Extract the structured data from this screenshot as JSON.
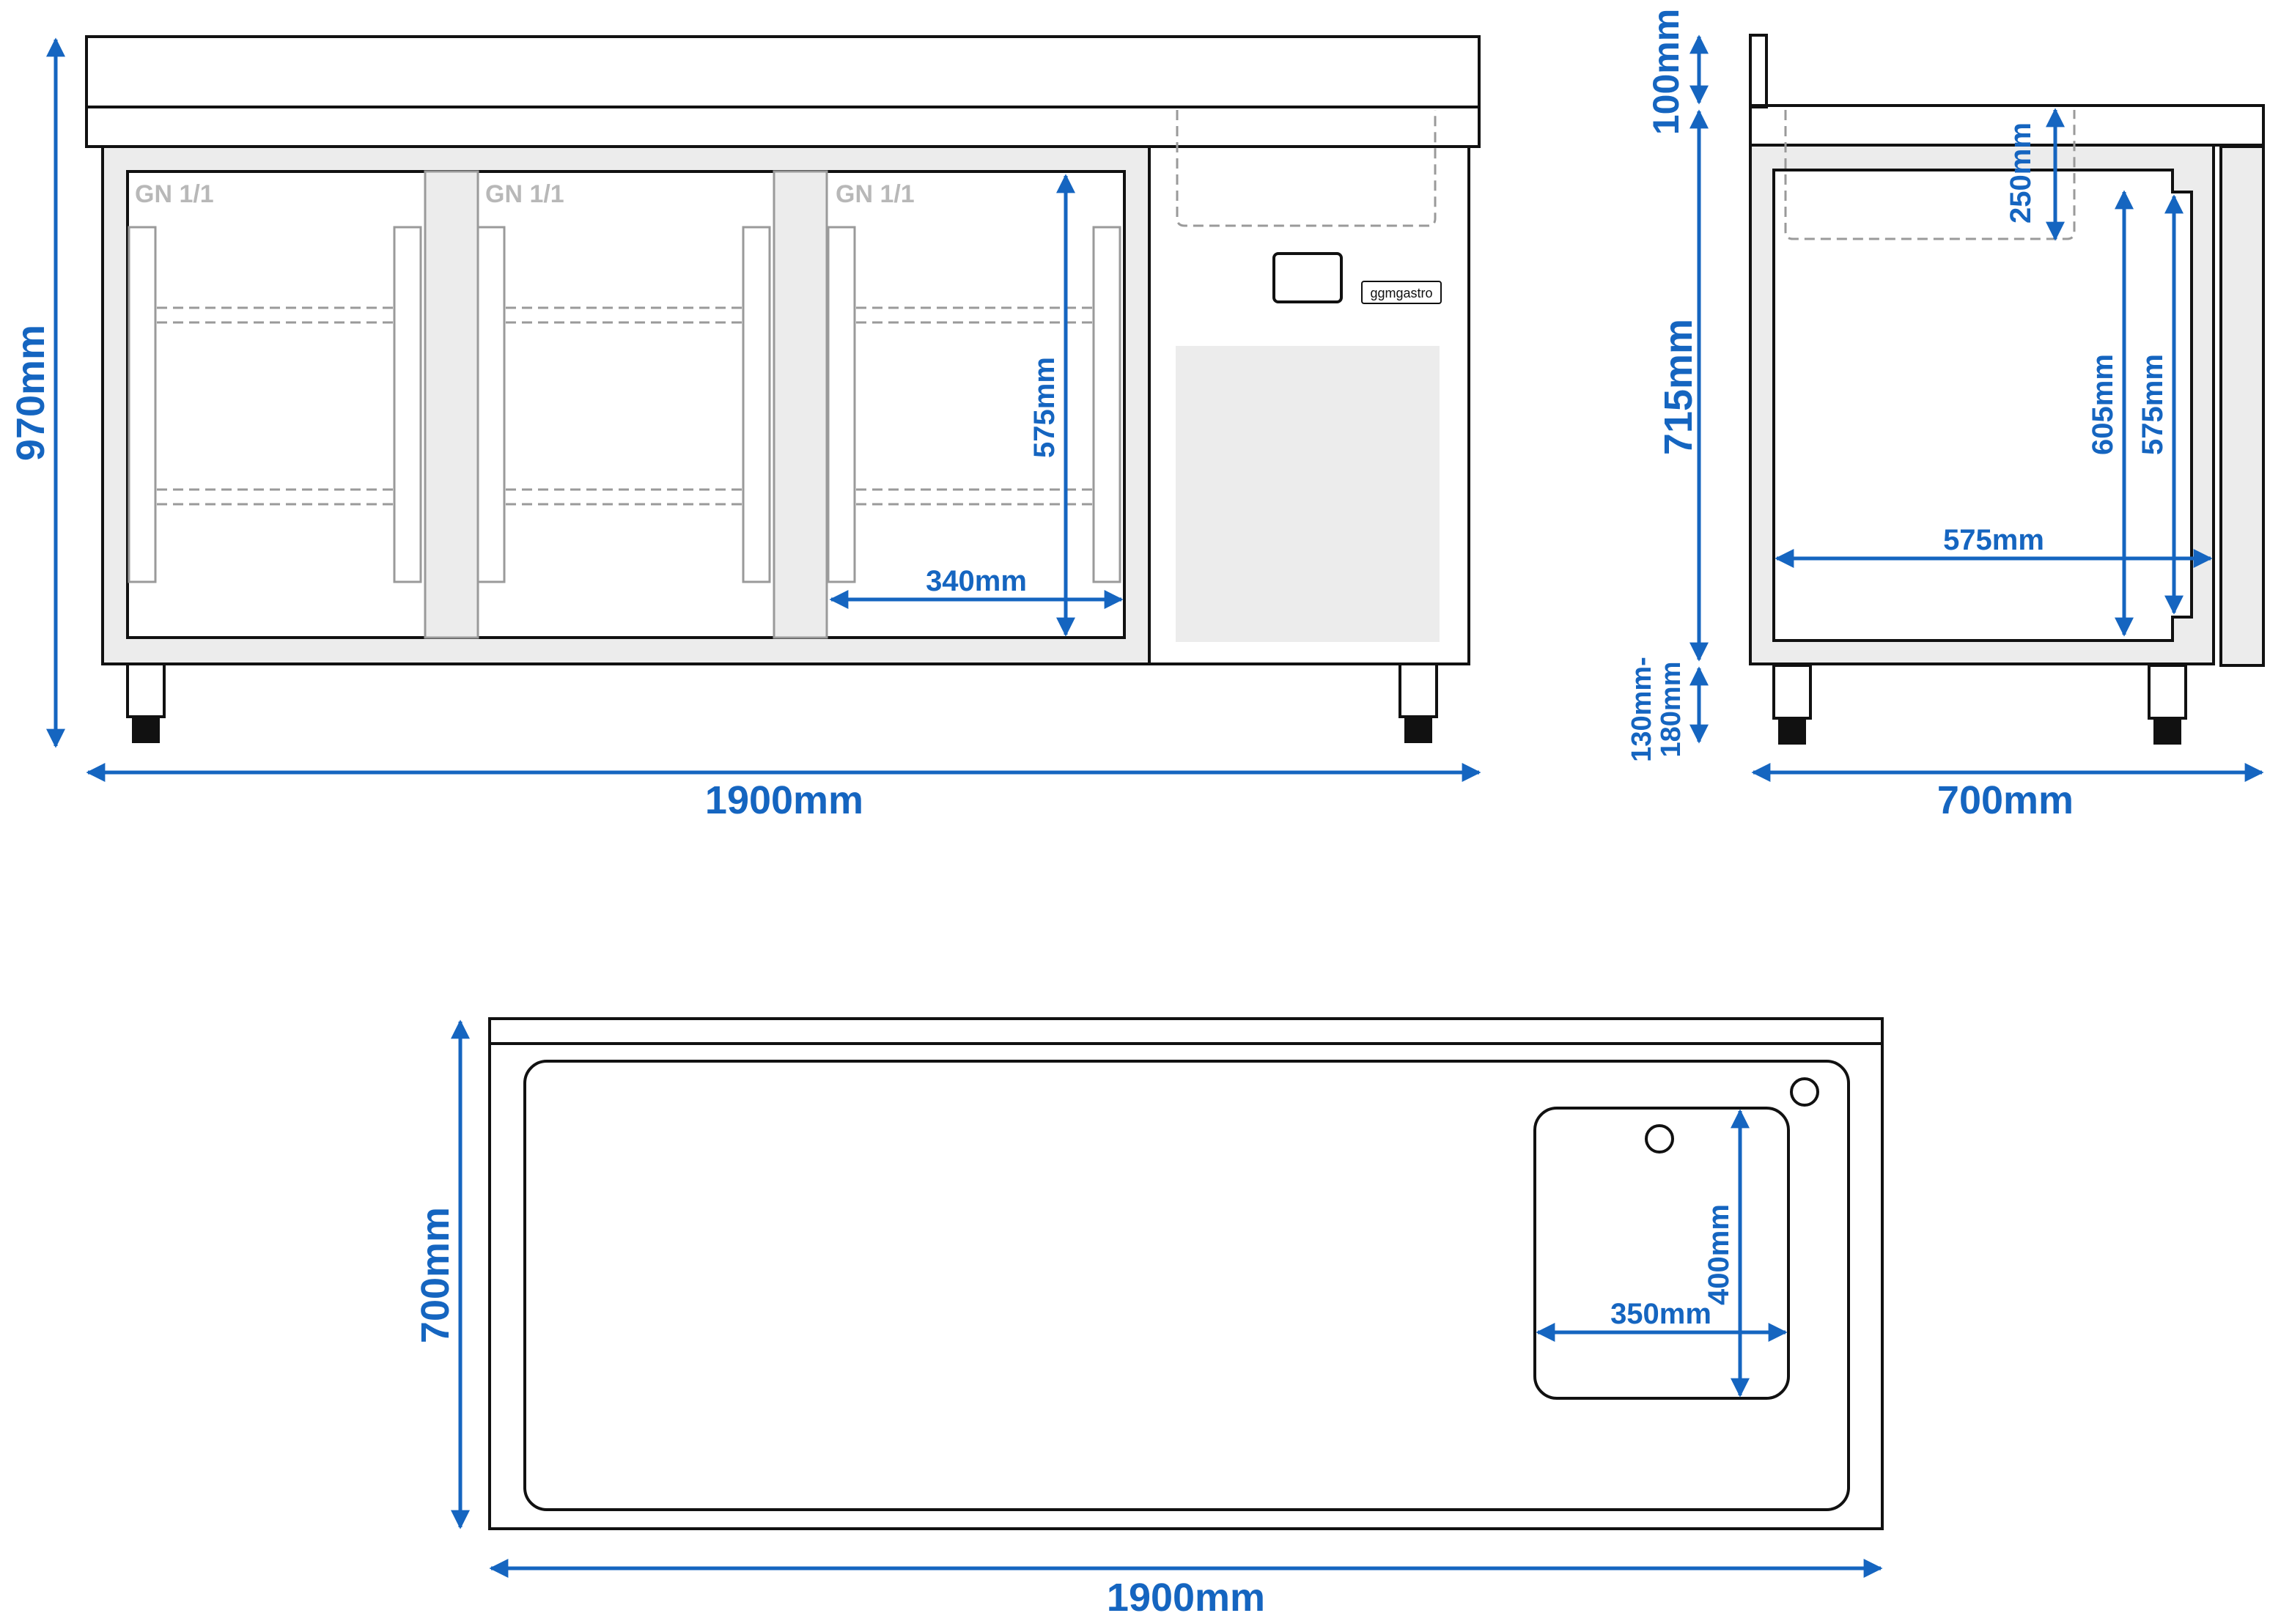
{
  "colors": {
    "dimension": "#1565c0",
    "outline": "#111111",
    "panel_fill": "#ececec",
    "hidden_line": "#9a9a9a",
    "label_gray": "#b8b8b8"
  },
  "front_view": {
    "compartment_labels": [
      "GN 1/1",
      "GN 1/1",
      "GN 1/1"
    ],
    "brand_label": "ggmgastro",
    "dims": {
      "total_height": "970mm",
      "total_width": "1900mm",
      "inner_height": "575mm",
      "inner_width": "340mm"
    }
  },
  "side_view": {
    "dims": {
      "upstand": "100mm",
      "body_height": "715mm",
      "legs_line1": "130mm-",
      "legs_line2": "180mm",
      "depth": "700mm",
      "basin_depth": "250mm",
      "inner_height_a": "605mm",
      "inner_height_b": "575mm",
      "inner_depth": "575mm"
    }
  },
  "top_view": {
    "dims": {
      "depth": "700mm",
      "width": "1900mm",
      "sink_depth": "400mm",
      "sink_width": "350mm"
    }
  }
}
